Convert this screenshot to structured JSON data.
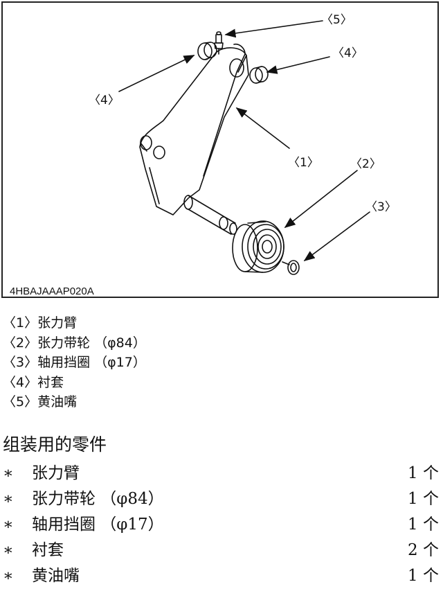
{
  "figure": {
    "code": "4HBAJAAAP020A",
    "callouts": {
      "c1": "〈1〉",
      "c2": "〈2〉",
      "c3": "〈3〉",
      "c4a": "〈4〉",
      "c4b": "〈4〉",
      "c5": "〈5〉"
    }
  },
  "legend": [
    {
      "num": "〈1〉",
      "name": "张力臂"
    },
    {
      "num": "〈2〉",
      "name": "张力带轮 （φ84）"
    },
    {
      "num": "〈3〉",
      "name": "轴用挡圈 （φ17）"
    },
    {
      "num": "〈4〉",
      "name": "衬套"
    },
    {
      "num": "〈5〉",
      "name": "黄油嘴"
    }
  ],
  "parts_section": {
    "title": "组装用的零件",
    "bullet": "∗",
    "items": [
      {
        "name": "张力臂",
        "qty": "1 个"
      },
      {
        "name": "张力带轮 （φ84）",
        "qty": "1 个"
      },
      {
        "name": "轴用挡圈 （φ17）",
        "qty": "1 个"
      },
      {
        "name": "衬套",
        "qty": "2 个"
      },
      {
        "name": "黄油嘴",
        "qty": "1 个"
      }
    ]
  }
}
